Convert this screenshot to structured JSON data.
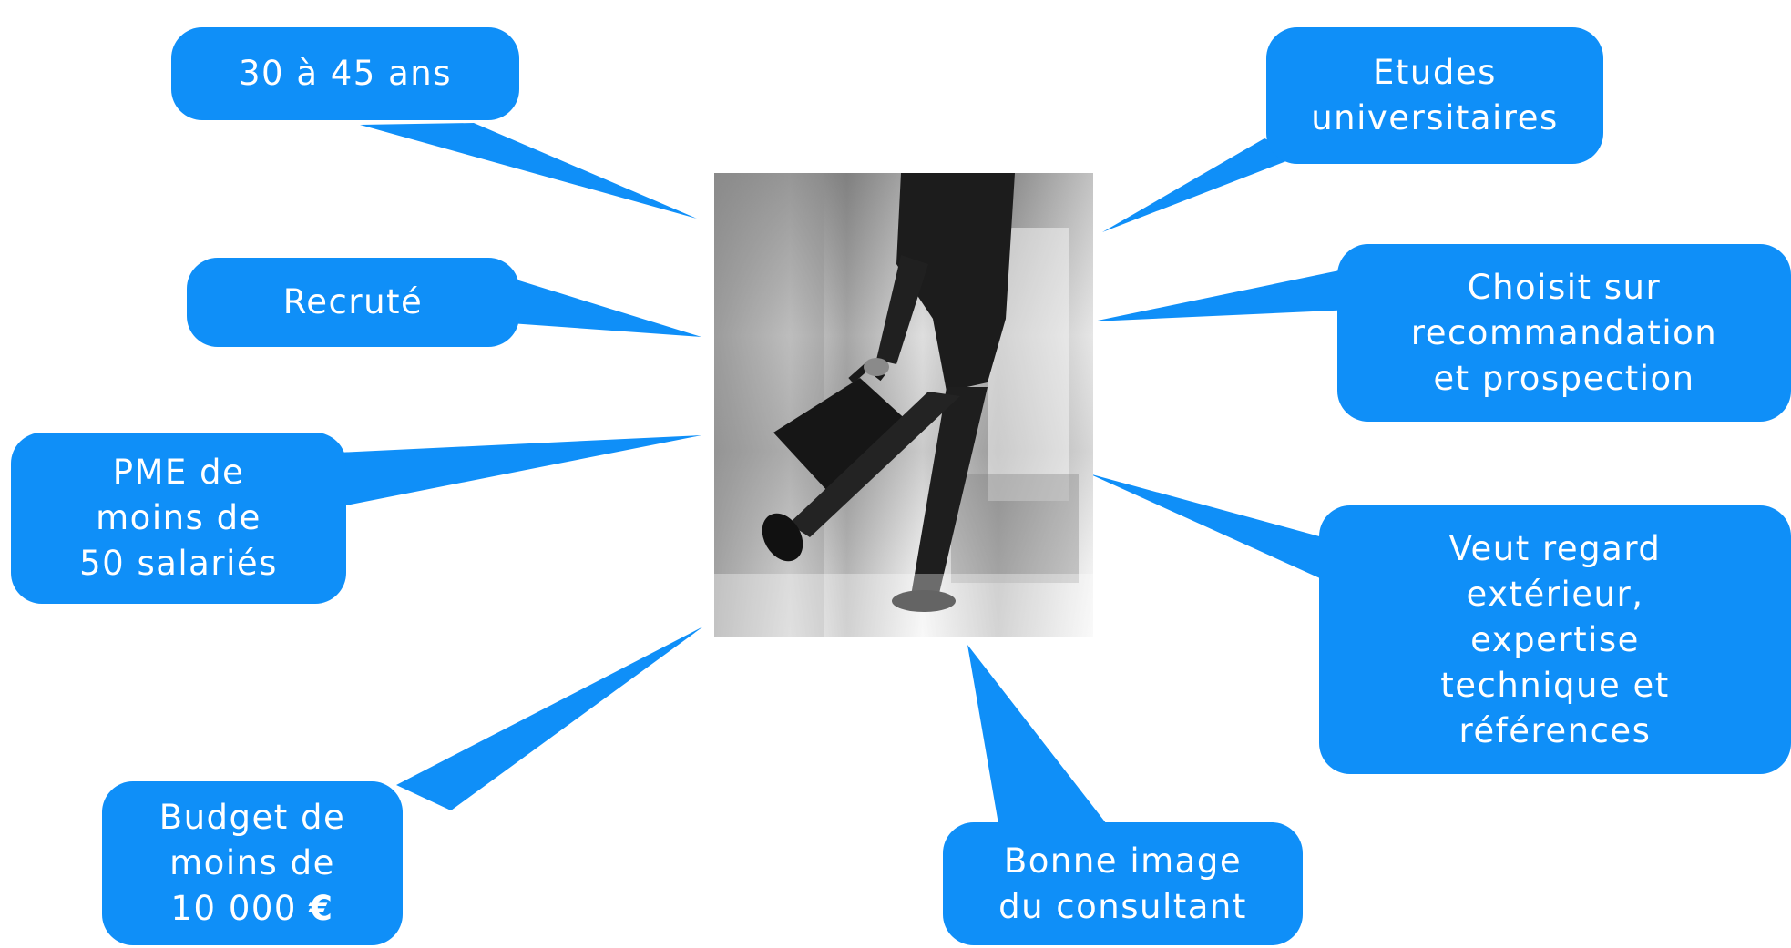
{
  "accent_color": "#0f8ff8",
  "photo": {
    "subject": "businessman-with-briefcase"
  },
  "bubbles": {
    "age": "30 à 45 ans",
    "recruited": "Recruté",
    "company": "PME de\nmoins de\n50 salariés",
    "budget": "Budget de\nmoins de\n10 000",
    "budget_currency": "€",
    "education": "Etudes\nuniversitaires",
    "choice": "Choisit sur\nrecommandation\net prospection",
    "wants": "Veut regard\nextérieur,\nexpertise\ntechnique et\nréférences",
    "image": "Bonne image\ndu consultant"
  }
}
